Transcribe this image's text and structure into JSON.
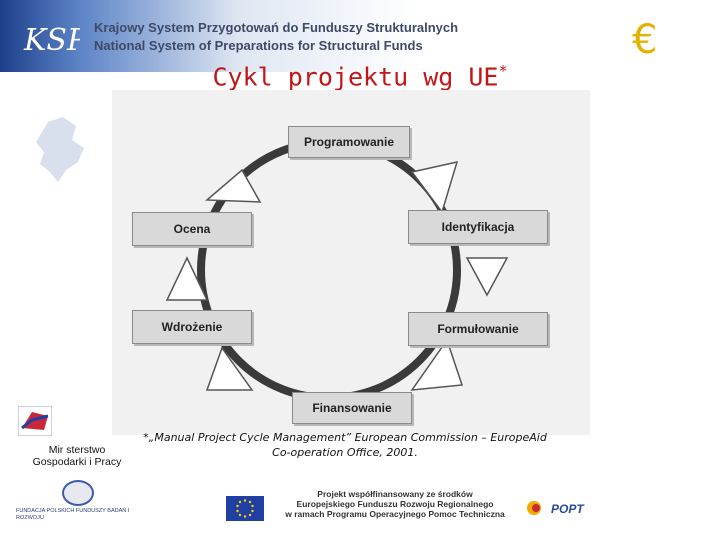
{
  "header": {
    "line1": "Krajowy System Przygotowań do Funduszy Strukturalnych",
    "line2": "National System of Preparations for Structural Funds",
    "logo_text": "KSP",
    "euro_symbol": "€"
  },
  "title": {
    "text": "Cykl projektu wg UE",
    "marker": "*"
  },
  "cycle": {
    "stages": [
      {
        "label": "Programowanie"
      },
      {
        "label": "Identyfikacja"
      },
      {
        "label": "Formułowanie"
      },
      {
        "label": "Finansowanie"
      },
      {
        "label": "Wdrożenie"
      },
      {
        "label": "Ocena"
      }
    ]
  },
  "footnote": {
    "line1": "*„Manual Project Cycle Management” European Commission – EuropeAid",
    "line2": "Co-operation Office, 2001."
  },
  "footer": {
    "ministry_line1": "Mir sterstwo",
    "ministry_line2": "Gospodarki i Pracy",
    "fund_text": "FUNDACJA POLSKICH FUNDUSZY BADAŃ I ROZWOJU",
    "project_line1": "Projekt współfinansowany ze środków",
    "project_line2": "Europejskiego Funduszu Rozwoju Regionalnego",
    "project_line3": "w ramach Programu Operacyjnego Pomoc Techniczna",
    "popt_label": "POPT"
  },
  "colors": {
    "title": "#c01818",
    "header_blue": "#1d3f8a",
    "euro": "#e3b100"
  }
}
